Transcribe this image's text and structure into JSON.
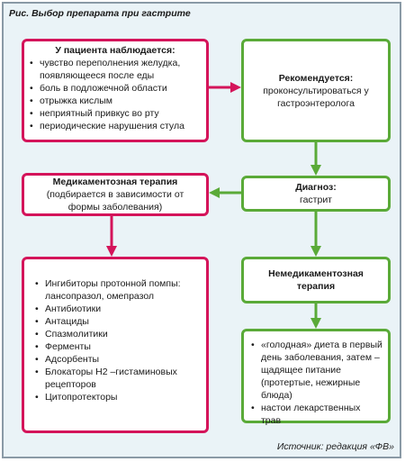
{
  "figure": {
    "title": "Рис. Выбор препарата при гастрите",
    "source": "Источник: редакция «ФВ»"
  },
  "patient": {
    "heading": "У пациента наблюдается:",
    "items": [
      "чувство переполнения желудка, появляющееся после еды",
      "боль в подложечной области",
      "отрыжка кислым",
      "неприятный привкус во рту",
      "периодические нарушения стула"
    ]
  },
  "recommend": {
    "heading": "Рекомендуется:",
    "text": "проконсультироваться у гастроэнтеролога"
  },
  "diagnosis": {
    "heading": "Диагноз:",
    "text": "гастрит"
  },
  "drug_therapy": {
    "heading": "Медикаментозная терапия",
    "text": "(подбирается в зависимости от формы заболевания)"
  },
  "drug_list": {
    "items": [
      "Ингибиторы протонной помпы: лансопразол, омепразол",
      "Антибиотики",
      "Антациды",
      "Спазмолитики",
      "Ферменты",
      "Адсорбенты",
      "Блокаторы Н2 –гистаминовых рецепторов",
      "Цитопротекторы"
    ]
  },
  "nondrug_therapy": {
    "heading": "Немедикаментозная терапия"
  },
  "nondrug_list": {
    "items": [
      "«голодная» диета в первый день заболевания, затем – щадящее питание (протертые, нежирные блюда)",
      "настои лекарственных трав"
    ]
  },
  "colors": {
    "pink": "#d4145a",
    "green": "#5aaa38",
    "background": "#eaf3f7"
  }
}
